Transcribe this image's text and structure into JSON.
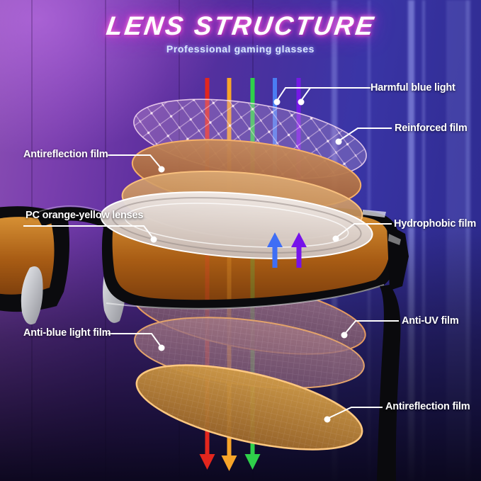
{
  "header": {
    "title": "LENS STRUCTURE",
    "subtitle": "Professional gaming glasses"
  },
  "callouts": [
    {
      "id": "harmful-blue-light",
      "label": "Harmful blue light",
      "side": "right"
    },
    {
      "id": "reinforced-film",
      "label": "Reinforced film",
      "side": "right"
    },
    {
      "id": "antireflection-film-top",
      "label": "Antireflection film",
      "side": "left"
    },
    {
      "id": "pc-orange-yellow-lenses",
      "label": "PC orange-yellow lenses",
      "side": "left"
    },
    {
      "id": "hydrophobic-film",
      "label": "Hydrophobic film",
      "side": "right"
    },
    {
      "id": "anti-blue-light-film",
      "label": "Anti-blue light film",
      "side": "left"
    },
    {
      "id": "anti-uv-film",
      "label": "Anti-UV film",
      "side": "right"
    },
    {
      "id": "antireflection-film-bottom",
      "label": "Antireflection film",
      "side": "right"
    }
  ],
  "light_beams": {
    "incoming": [
      {
        "name": "red",
        "color": "#e3261d"
      },
      {
        "name": "orange",
        "color": "#f7a429"
      },
      {
        "name": "green",
        "color": "#2fd04a"
      },
      {
        "name": "blue",
        "color": "#4a7df2"
      },
      {
        "name": "violet",
        "color": "#7619e6"
      }
    ],
    "reflected_up": [
      "blue",
      "violet"
    ],
    "transmitted_down": [
      "red",
      "orange",
      "green"
    ]
  },
  "colors": {
    "background_top_left": "#8a4fb3",
    "background_right": "#2b2a8c",
    "background_bottom": "#140f2c",
    "title_glow": "#ff4fd8",
    "lens_orange": "#c07a28",
    "frame_black": "#0b0b0e",
    "film_orange": "#c98a52",
    "film_white": "#e9e3e1",
    "film_mauve": "#8f6277",
    "film_gold": "#c6913f",
    "callout_line": "#ffffff",
    "label_text": "#ffffff"
  }
}
